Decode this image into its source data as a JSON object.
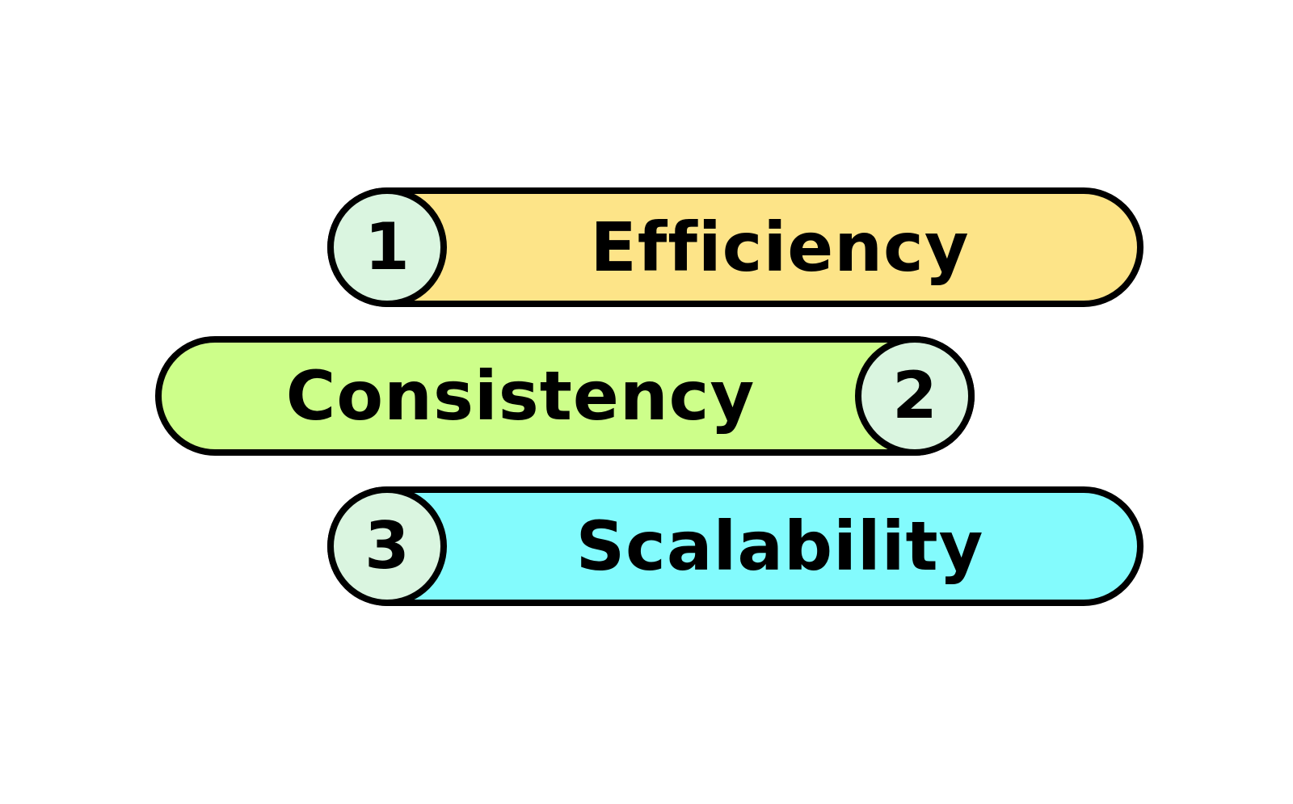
{
  "steps": [
    {
      "number": "1",
      "label": "Efficiency",
      "color": "#FDE488",
      "badge_color": "#DAF5E0"
    },
    {
      "number": "2",
      "label": "Consistency",
      "color": "#CDFE8A",
      "badge_color": "#DAF5E0"
    },
    {
      "number": "3",
      "label": "Scalability",
      "color": "#83FBFD",
      "badge_color": "#DAF5E0"
    }
  ]
}
